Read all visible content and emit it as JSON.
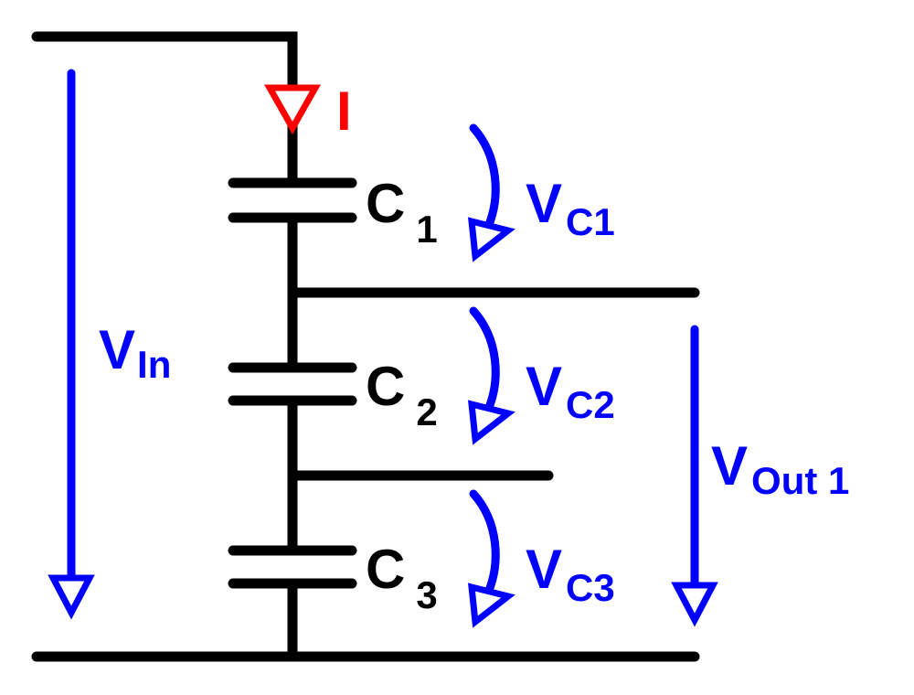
{
  "colors": {
    "wire": "#000000",
    "voltage": "#0000ff",
    "current": "#ff0000"
  },
  "labels": {
    "vin_main": "V",
    "vin_sub": "In",
    "current": "I",
    "c1_main": "C",
    "c1_sub": "1",
    "c2_main": "C",
    "c2_sub": "2",
    "c3_main": "C",
    "c3_sub": "3",
    "vc1_main": "V",
    "vc1_sub": "C1",
    "vc2_main": "V",
    "vc2_sub": "C2",
    "vc3_main": "V",
    "vc3_sub": "C3",
    "vout_main": "V",
    "vout_sub": "Out 1"
  }
}
